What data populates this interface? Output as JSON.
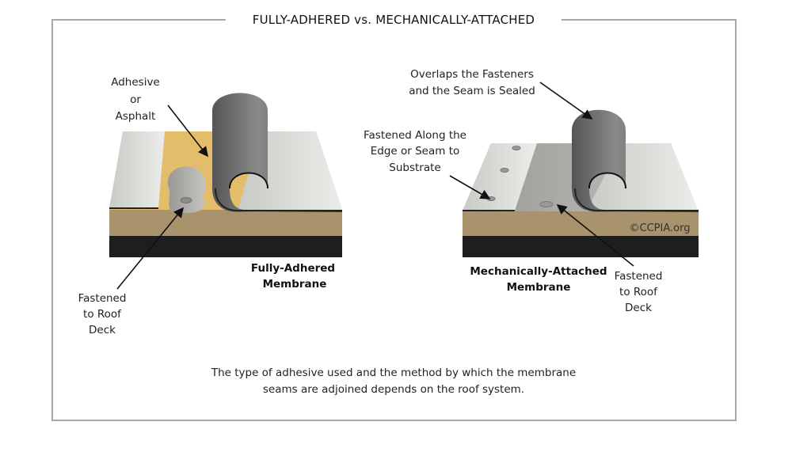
{
  "title": "FULLY-ADHERED vs. MECHANICALLY-ATTACHED",
  "left_diagram": {
    "caption": [
      "Fully-Adhered",
      "Membrane"
    ],
    "callout_adhesive": [
      "Adhesive",
      "or",
      "Asphalt"
    ],
    "callout_fastened": [
      "Fastened",
      "to Roof",
      "Deck"
    ]
  },
  "right_diagram": {
    "caption": [
      "Mechanically-Attached",
      "Membrane"
    ],
    "callout_overlap": [
      "Overlaps the Fasteners",
      "and the Seam is Sealed"
    ],
    "callout_edge": [
      "Fastened Along the",
      "Edge or Seam to",
      "Substrate"
    ],
    "callout_fastened": [
      "Fastened",
      "to Roof",
      "Deck"
    ],
    "copyright": "©CCPIA.org"
  },
  "footer": [
    "The type of adhesive used and the method by which the membrane",
    "seams are adjoined depends on the roof system."
  ],
  "colors": {
    "frame": "#a8a8a8",
    "adhesive": "#e3bd6a",
    "insulation": "#a8936c",
    "deck": "#1e1e1e",
    "membrane": "#dcdcd8"
  }
}
